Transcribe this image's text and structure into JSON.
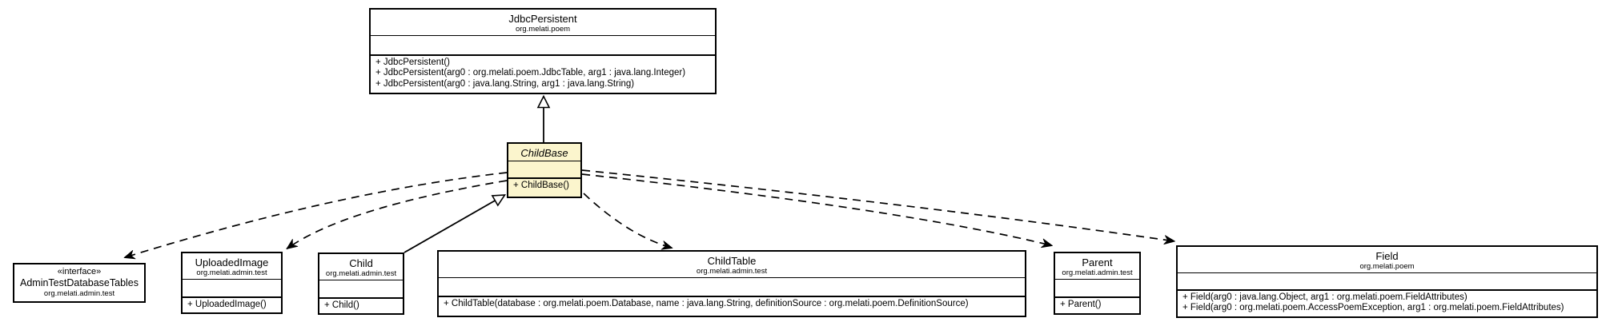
{
  "diagram": {
    "kind": "uml-class-diagram",
    "colors": {
      "background": "#FFFFFF",
      "class_fill": "#FFFFFF",
      "abstract_class_fill": "#FBF5CD",
      "border": "#000000"
    }
  },
  "classes": {
    "jdbc_persistent": {
      "name": "JdbcPersistent",
      "package": "org.melati.poem",
      "methods": [
        "+ JdbcPersistent()",
        "+ JdbcPersistent(arg0 : org.melati.poem.JdbcTable, arg1 : java.lang.Integer)",
        "+ JdbcPersistent(arg0 : java.lang.String, arg1 : java.lang.String)"
      ]
    },
    "child_base": {
      "name": "ChildBase",
      "methods": [
        "+ ChildBase()"
      ]
    },
    "admin_test": {
      "stereotype": "«interface»",
      "name": "AdminTestDatabaseTables",
      "package": "org.melati.admin.test"
    },
    "uploaded_image": {
      "name": "UploadedImage",
      "package": "org.melati.admin.test",
      "methods": [
        "+ UploadedImage()"
      ]
    },
    "child": {
      "name": "Child",
      "package": "org.melati.admin.test",
      "methods": [
        "+ Child()"
      ]
    },
    "child_table": {
      "name": "ChildTable",
      "package": "org.melati.admin.test",
      "methods": [
        "+ ChildTable(database : org.melati.poem.Database, name : java.lang.String, definitionSource : org.melati.poem.DefinitionSource)"
      ]
    },
    "parent": {
      "name": "Parent",
      "package": "org.melati.admin.test",
      "methods": [
        "+ Parent()"
      ]
    },
    "field": {
      "name": "Field",
      "package": "org.melati.poem",
      "methods": [
        "+ Field(arg0 : java.lang.Object, arg1 : org.melati.poem.FieldAttributes)",
        "+ Field(arg0 : org.melati.poem.AccessPoemException, arg1 : org.melati.poem.FieldAttributes)"
      ]
    }
  },
  "relationships": [
    {
      "type": "generalization",
      "from": "ChildBase",
      "to": "JdbcPersistent",
      "line": "solid",
      "head": "hollow-triangle"
    },
    {
      "type": "generalization",
      "from": "Child",
      "to": "ChildBase",
      "line": "solid",
      "head": "hollow-triangle"
    },
    {
      "type": "dependency",
      "from": "ChildBase",
      "to": "AdminTestDatabaseTables",
      "line": "dashed",
      "head": "open-arrow"
    },
    {
      "type": "dependency",
      "from": "ChildBase",
      "to": "UploadedImage",
      "line": "dashed",
      "head": "open-arrow"
    },
    {
      "type": "dependency",
      "from": "ChildBase",
      "to": "ChildTable",
      "line": "dashed",
      "head": "open-arrow"
    },
    {
      "type": "dependency",
      "from": "ChildBase",
      "to": "Parent",
      "line": "dashed",
      "head": "open-arrow"
    },
    {
      "type": "dependency",
      "from": "ChildBase",
      "to": "Field",
      "line": "dashed",
      "head": "open-arrow"
    }
  ]
}
